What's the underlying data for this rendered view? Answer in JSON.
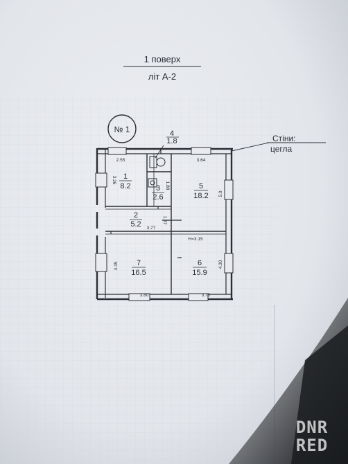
{
  "header": {
    "floor": "1 поверх",
    "liter": "літ А-2"
  },
  "plan_number": "№ 1",
  "walls": {
    "label": "Стіни:",
    "material": "цегла"
  },
  "rooms": [
    {
      "id": "1",
      "area": "8.2"
    },
    {
      "id": "2",
      "area": "5.2"
    },
    {
      "id": "3",
      "area": "2.6"
    },
    {
      "id": "4",
      "area": "1.8"
    },
    {
      "id": "5",
      "area": "18.2"
    },
    {
      "id": "6",
      "area": "15.9"
    },
    {
      "id": "7",
      "area": "16.5"
    }
  ],
  "dimensions": {
    "d1": "2.55",
    "d2": "3.64",
    "d3": "3.26",
    "d4": "1.88",
    "d5": "5.0",
    "d6": "1.37",
    "d7": "3.77",
    "d8": "4.35",
    "d9": "4.30",
    "d10": "3.80",
    "d11": "3.70",
    "height": "H=3.15"
  },
  "watermark": {
    "line1": "DNR",
    "line2": "RED"
  },
  "colors": {
    "paper": "#e9ebf0",
    "ink": "#2a2d33",
    "grid": "#c7ccd5"
  }
}
